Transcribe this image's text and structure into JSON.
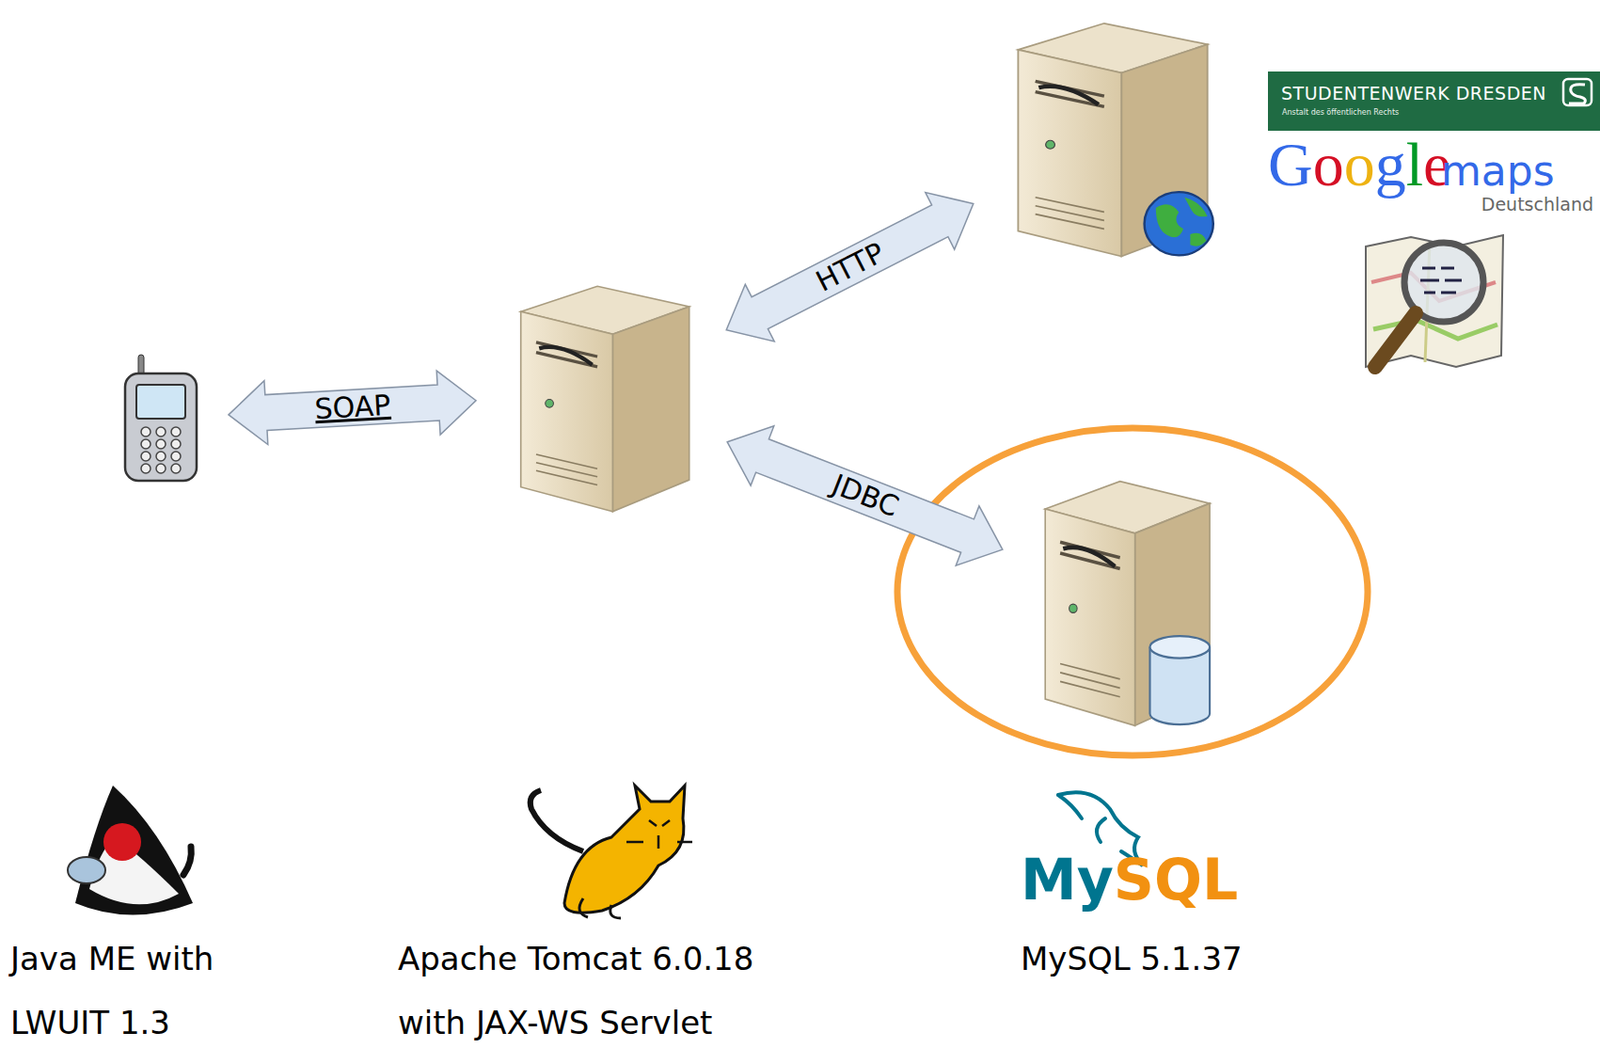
{
  "diagram": {
    "nodes": [
      {
        "text": []
      },
      {
        "text": []
      },
      {
        "text": []
      },
      {
        "text": []
      }
    ],
    "edges": [
      {
        "from": 0,
        "to": 1,
        "label": "SOAP",
        "arrow": "both"
      },
      {
        "from": 1,
        "to": 2,
        "label": "HTTP",
        "arrow": "both"
      },
      {
        "from": 1,
        "to": 3,
        "label": "JDBC",
        "arrow": "both"
      }
    ],
    "labels": [
      "STUDENTENWERK DRESDEN",
      "Anstalt des öffentlichen Rechts",
      "Google",
      "maps",
      "Deutschland",
      "MySQL",
      "Java ME with LWUIT 1.3",
      "Apache Tomcat 6.0.18 with JAX-WS Servlet",
      "MySQL 5.1.37"
    ]
  }
}
